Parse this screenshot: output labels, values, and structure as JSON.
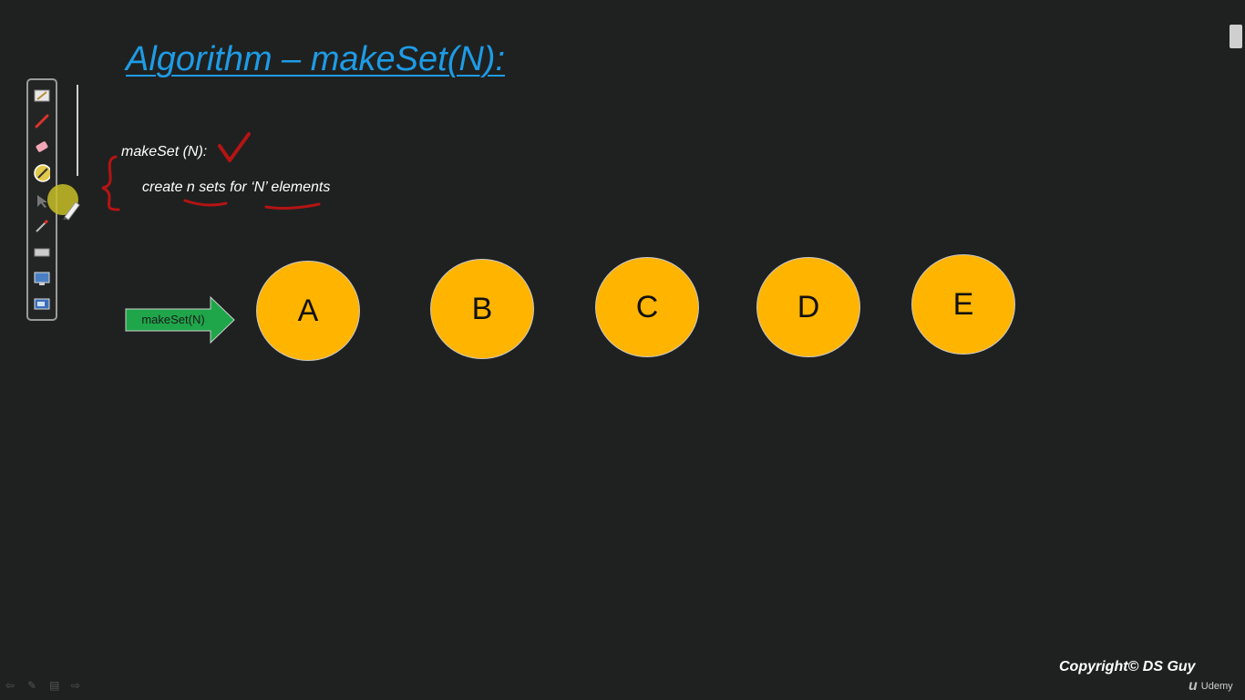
{
  "slide": {
    "title": "Algorithm – makeSet(N):",
    "line1": "makeSet (N):",
    "line2_parts": [
      "create ",
      "n",
      " sets for ",
      "‘N’ elements"
    ]
  },
  "arrow_button": {
    "label": "makeSet(N)"
  },
  "nodes": [
    "A",
    "B",
    "C",
    "D",
    "E"
  ],
  "footer": {
    "copyright": "Copyright© DS Guy",
    "brand": "Udemy"
  },
  "toolbar_tools": [
    "note-icon",
    "red-pen-icon",
    "eraser-icon",
    "highlighter-icon",
    "pointer-icon",
    "marker-icon",
    "keyboard-icon",
    "screen-capture-icon",
    "display-icon"
  ],
  "colors": {
    "title": "#1e9be6",
    "node": "#ffb400",
    "arrow": "#1fa64a",
    "annotation": "#b41414",
    "background": "#1f2120"
  }
}
